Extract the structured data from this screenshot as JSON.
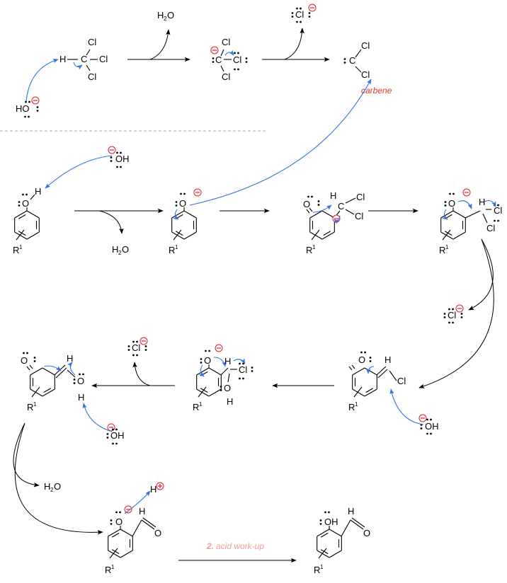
{
  "atoms": {
    "cl": "Cl",
    "c": "C",
    "h": "H",
    "o": "O",
    "ho": "HO",
    "oh": "OH",
    "r": "R",
    "one": "1",
    "h2o_h": "H",
    "h2o_2": "2",
    "h2o_o": "O"
  },
  "labels": {
    "carbene": "carbene",
    "step_num": "2.",
    "step_text": " acid work-up"
  },
  "colors": {
    "arrow_mechanism": "#2f74e0",
    "charge": "#e8192c",
    "carbene_label": "#e8352a",
    "step_label": "#f59a9a"
  },
  "charges": [
    "minus",
    "plus"
  ]
}
